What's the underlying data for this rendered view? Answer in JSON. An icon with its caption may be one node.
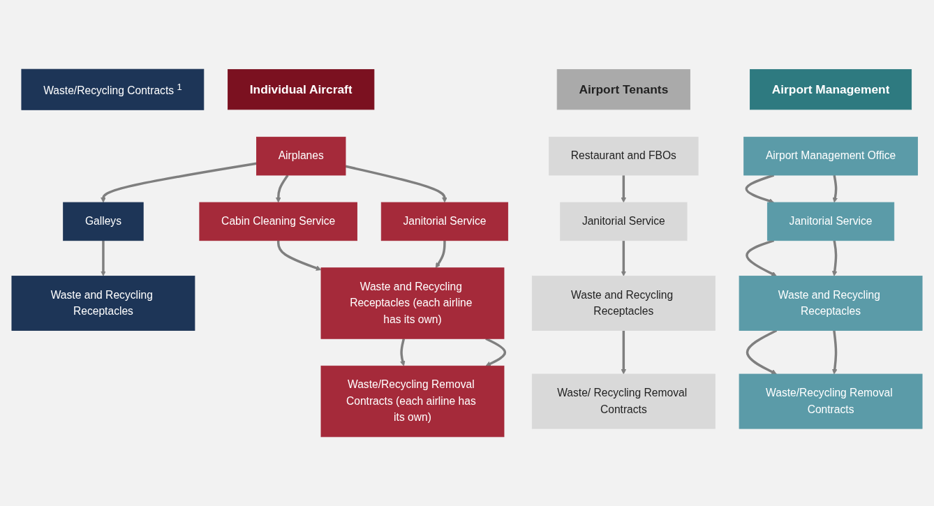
{
  "diagram": {
    "nodes": [
      {
        "text": [
          "Galleys"
        ]
      },
      {
        "text": [
          "Waste and Recycling Receptacles"
        ]
      },
      {
        "text": [
          "Waste/Recycling Contracts $^{1}$"
        ]
      },
      {
        "text": [
          "Individual Aircraft"
        ]
      },
      {
        "text": [
          "Airplanes"
        ]
      },
      {
        "text": [
          "Cabin Cleaning Service"
        ]
      },
      {
        "text": [
          "Janitorial Service"
        ]
      },
      {
        "text": [
          "Waste and Recycling Receptacles (each airline has its own)"
        ]
      },
      {
        "text": [
          "Waste/Recycling Removal Contracts (each airline has its own)"
        ]
      },
      {
        "text": [
          "Airport Tenants"
        ]
      },
      {
        "text": [
          "Restaurant and FBOs"
        ]
      },
      {
        "text": [
          "Janitorial Service"
        ]
      },
      {
        "text": [
          "Waste and Recycling Receptacles"
        ]
      },
      {
        "text": [
          "Waste/ Recycling Removal Contracts"
        ]
      },
      {
        "text": [
          "Airport Management"
        ]
      },
      {
        "text": [
          "Airport Management Office"
        ]
      },
      {
        "text": [
          "Janitorial Service"
        ]
      },
      {
        "text": [
          "Waste and Recycling Receptacles"
        ]
      },
      {
        "text": [
          "Waste/Recycling Removal Contracts"
        ]
      }
    ],
    "edges": [
      {
        "from": 4,
        "to": 0,
        "arrow": "to"
      },
      {
        "from": 0,
        "to": 1,
        "arrow": "to"
      },
      {
        "from": 4,
        "to": 5,
        "arrow": "to"
      },
      {
        "from": 4,
        "to": 6,
        "arrow": "to"
      },
      {
        "from": 5,
        "to": 7,
        "arrow": "to"
      },
      {
        "from": 6,
        "to": 7,
        "arrow": "to"
      },
      {
        "from": 7,
        "to": 8,
        "arrow": "to"
      },
      {
        "from": 7,
        "to": 8,
        "arrow": "to"
      },
      {
        "from": 10,
        "to": 11,
        "arrow": "to"
      },
      {
        "from": 11,
        "to": 12,
        "arrow": "to"
      },
      {
        "from": 12,
        "to": 13,
        "arrow": "to"
      },
      {
        "from": 15,
        "to": 16,
        "arrow": "to"
      },
      {
        "from": 15,
        "to": 16,
        "arrow": "to"
      },
      {
        "from": 16,
        "to": 17,
        "arrow": "to"
      },
      {
        "from": 16,
        "to": 17,
        "arrow": "to"
      },
      {
        "from": 17,
        "to": 18,
        "arrow": "to"
      },
      {
        "from": 17,
        "to": 18,
        "arrow": "to"
      }
    ]
  }
}
